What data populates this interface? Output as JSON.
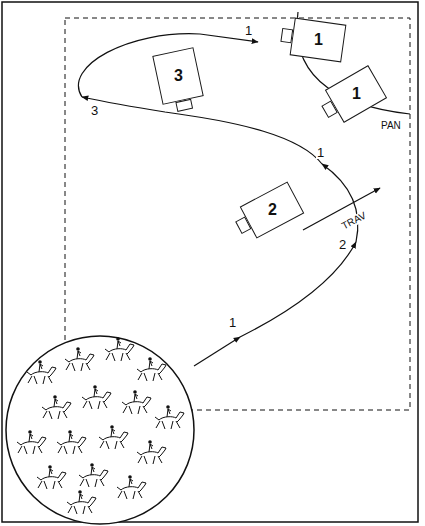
{
  "diagram": {
    "nodes": [
      {
        "text": [
          "1"
        ]
      },
      {
        "text": [
          "3"
        ]
      },
      {
        "text": [
          "1"
        ]
      },
      {
        "text": [
          "2"
        ]
      }
    ],
    "labels": [
      "1",
      "2",
      "1",
      "3",
      "1",
      "TRAV",
      "PAN"
    ]
  }
}
